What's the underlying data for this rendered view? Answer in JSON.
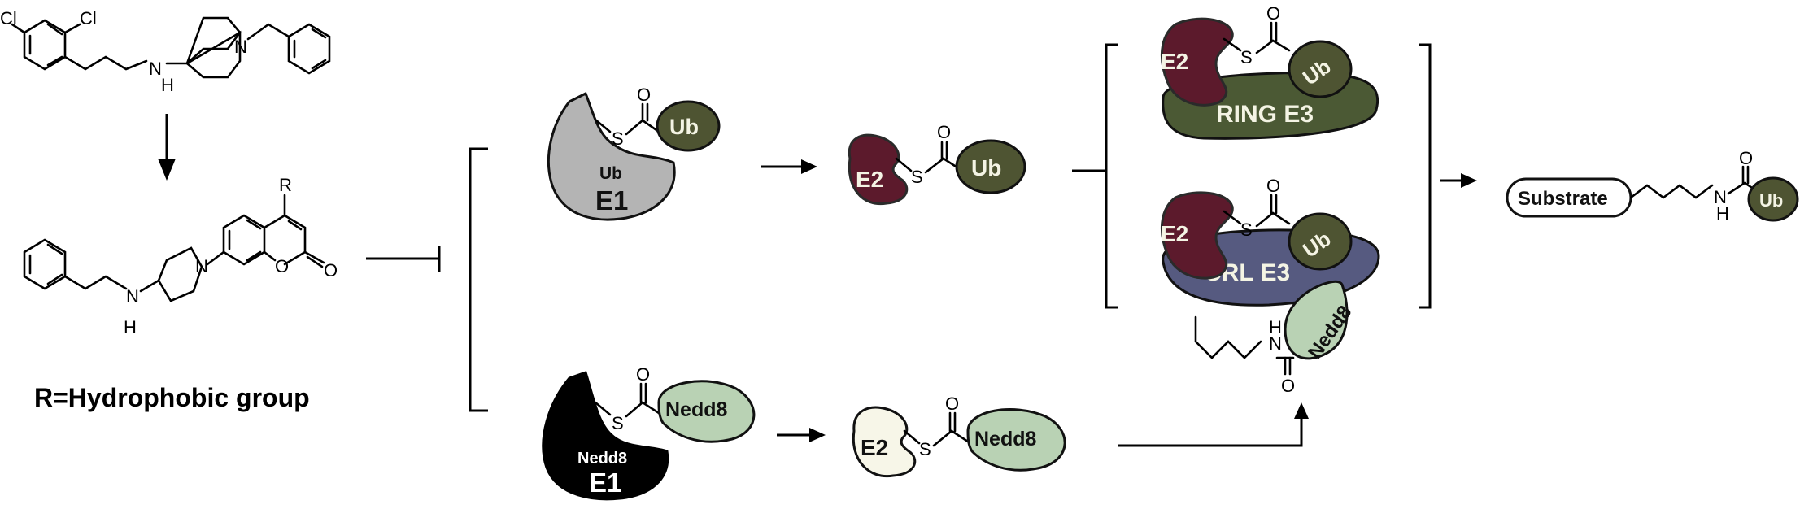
{
  "caption": "R=Hydrophobic group",
  "chem": {
    "cl1": "Cl",
    "cl2": "Cl",
    "n_amine": "N",
    "h_amine": "H",
    "n_pip": "N",
    "r": "R",
    "n2_amine": "N",
    "h2_amine": "H",
    "n2_pip": "N",
    "o_ring": "O",
    "o_carbonyl": "O"
  },
  "labels": {
    "ub": "Ub",
    "e1": "E1",
    "e2": "E2",
    "s": "S",
    "o": "O",
    "nedd8": "Nedd8",
    "ring_e3": "RING E3",
    "crl_e3": "CRL E3",
    "substrate": "Substrate",
    "n": "N",
    "h": "H"
  },
  "colors": {
    "ub": "#4e5432",
    "e2_ub": "#5c1a2c",
    "e1_ub": "#b4b4b4",
    "e1_nedd8": "#000000",
    "e2_nedd8": "#f7f6e8",
    "nedd8": "#b9d2b4",
    "ring_e3": "#4b5934",
    "crl_e3": "#565a80"
  }
}
